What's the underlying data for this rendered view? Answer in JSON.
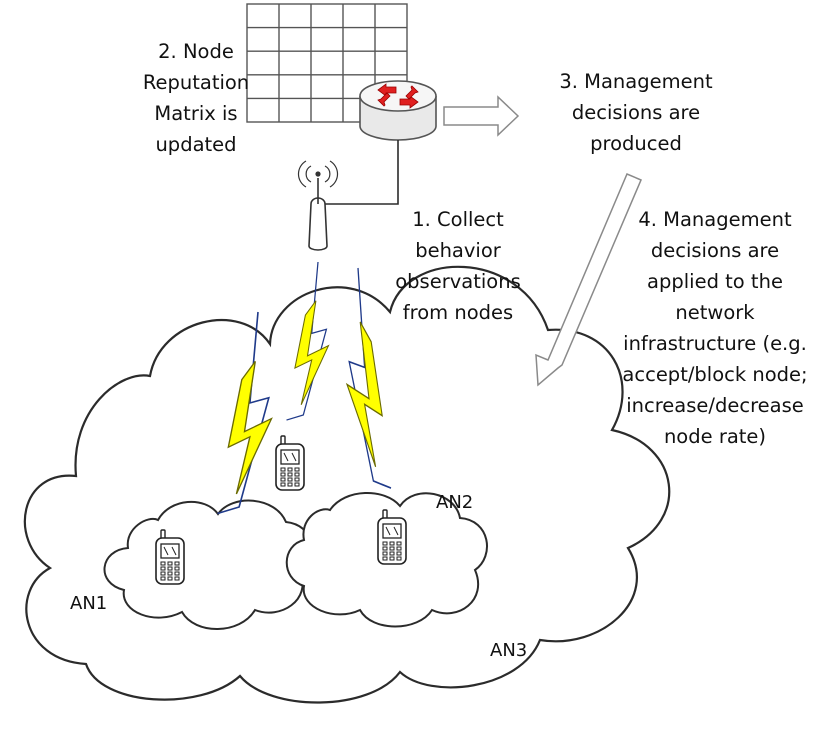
{
  "steps": {
    "step2": [
      "2. Node",
      "Reputation",
      "Matrix is",
      "updated"
    ],
    "step3": [
      "3. Management",
      "decisions are",
      "produced"
    ],
    "step1": [
      "1. Collect",
      "behavior",
      "observations",
      "from nodes"
    ],
    "step4": [
      "4. Management",
      "decisions are",
      "applied to the",
      "network",
      "infrastructure (e.g.",
      "accept/block node;",
      "increase/decrease",
      "node rate)"
    ]
  },
  "networks": {
    "an1": "AN1",
    "an2": "AN2",
    "an3": "AN3"
  },
  "icons": [
    "reputation-matrix-grid",
    "router-icon",
    "antenna-icon",
    "lightning-bolt-icon",
    "mobile-phone-icon",
    "cloud-icon",
    "arrow-icon"
  ],
  "colors": {
    "stroke": "#2b2b2b",
    "bolt_fill": "#ffff00",
    "bolt_core": "#1f3a8a",
    "router_arrow": "#e02020",
    "arrow_fill": "#ffffff",
    "arrow_stroke": "#8a8a8a"
  }
}
